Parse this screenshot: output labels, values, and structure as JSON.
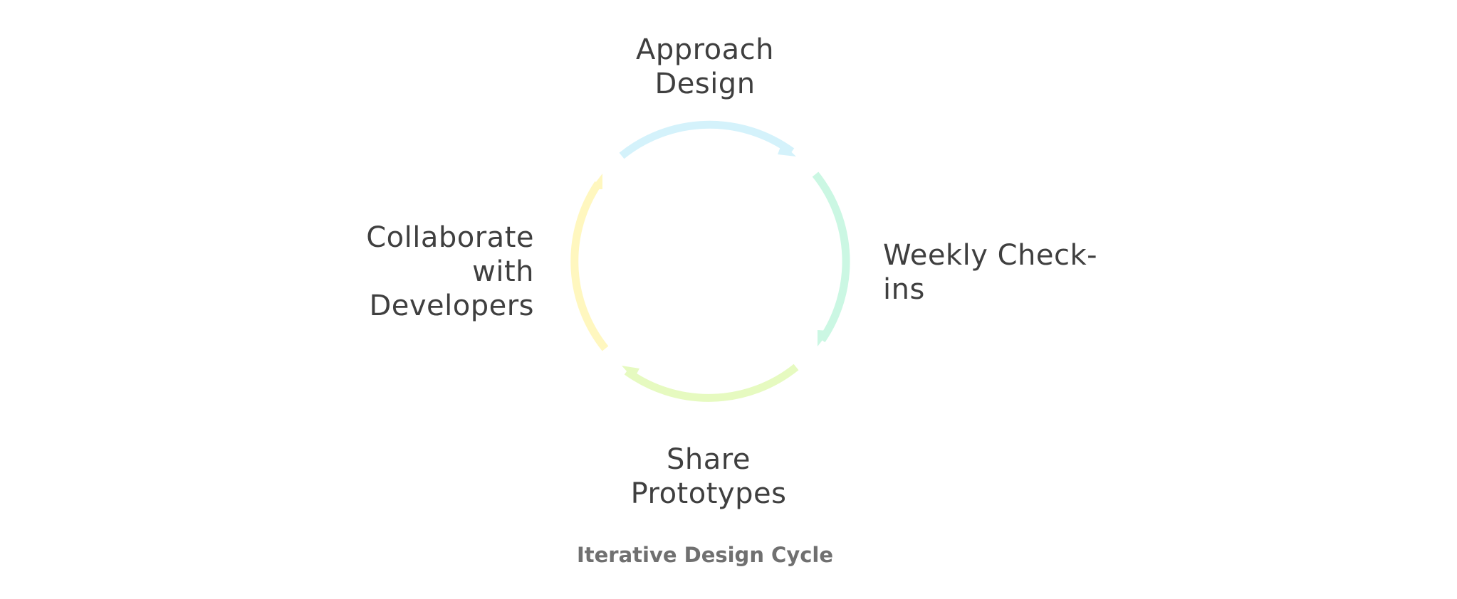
{
  "steps": [
    {
      "label": "Approach\nDesign",
      "color": "#d4f2fb"
    },
    {
      "label": "Weekly Check-\nins",
      "color": "#cbf7e3"
    },
    {
      "label": "Share\nPrototypes",
      "color": "#e6fac0"
    },
    {
      "label": "Collaborate\nwith\nDevelopers",
      "color": "#fff7bf"
    }
  ],
  "caption": "Iterative Design Cycle",
  "flow_direction": "clockwise"
}
